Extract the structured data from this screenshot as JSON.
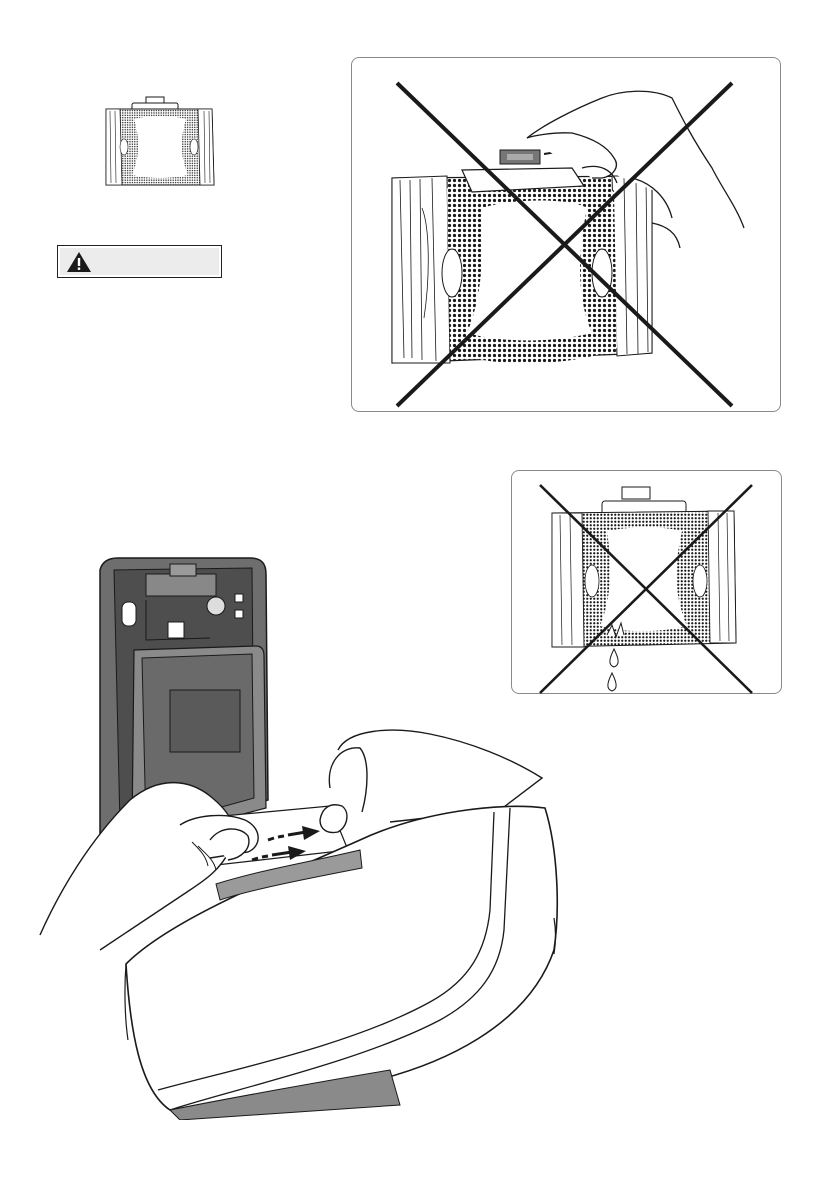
{
  "page": {
    "figures": [
      {
        "id": "small-refill-bag",
        "description_icon": "refill-bag-icon"
      },
      {
        "id": "crossed-out-tab-pull",
        "description_icon": "crossed-out-icon"
      },
      {
        "id": "crossed-out-leaking-bag",
        "description_icon": "leaking-drops-icon"
      },
      {
        "id": "dispenser-insertion",
        "description_icon": "dispenser-icon"
      }
    ],
    "warning": {
      "icon": "warning-triangle-icon",
      "text": ""
    }
  },
  "colors": {
    "line": "#1a1a1a",
    "housing_dark": "#6e6e6e",
    "housing_mid": "#9a9a9a",
    "panel_border": "#8a8a8a",
    "warning_fill": "#ececec"
  }
}
